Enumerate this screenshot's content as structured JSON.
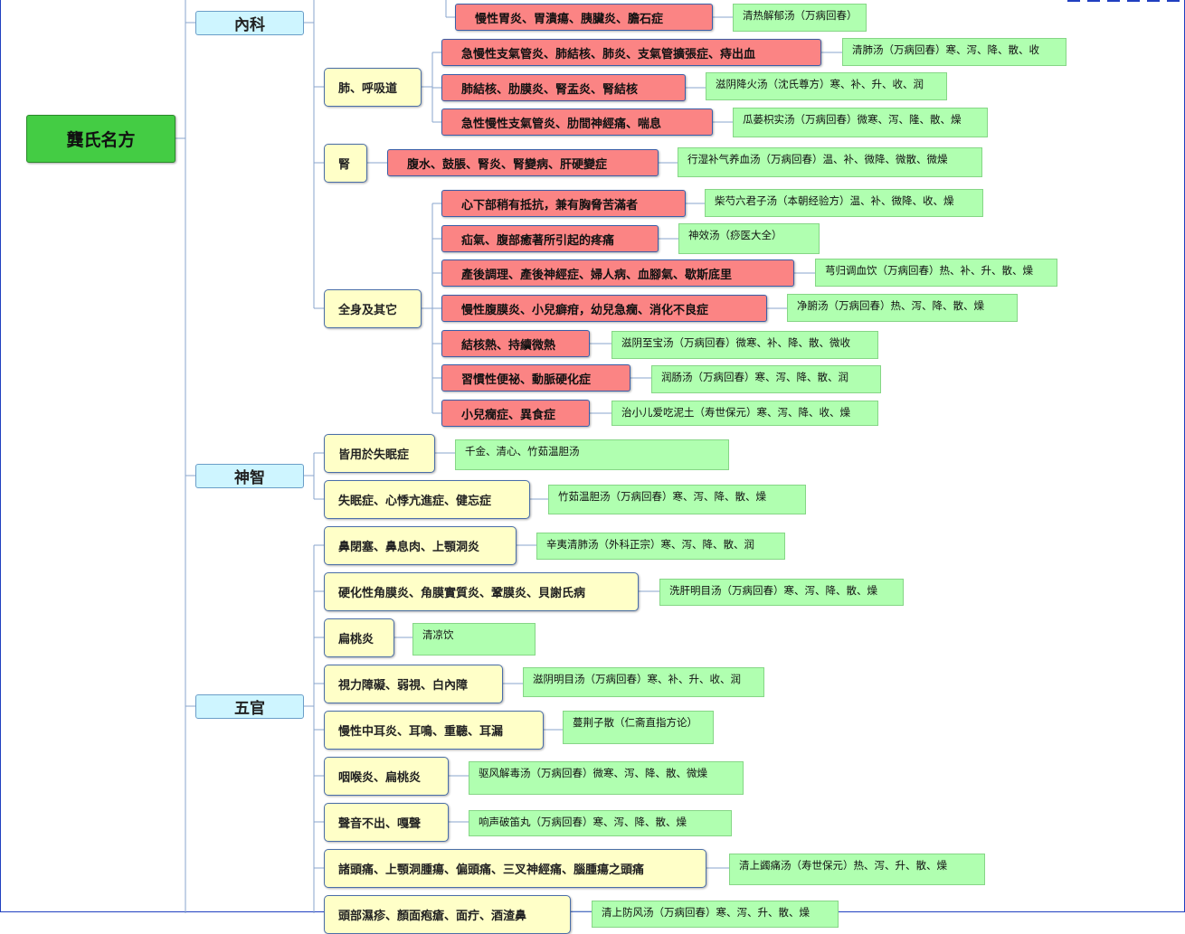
{
  "root": {
    "label": "龔氏名方"
  },
  "categories": [
    {
      "label": "內科",
      "groups": [
        {
          "label": "",
          "items": [
            {
              "disease": "慢性胃炎、胃潰瘍、胰臟炎、膽石症",
              "prescription": "清热解郁汤（万病回春）"
            }
          ]
        },
        {
          "label": "肺、呼吸道",
          "items": [
            {
              "disease": "急慢性支氣管炎、肺結核、肺炎、支氣管擴張症、痔出血",
              "prescription": "清肺汤（万病回春）寒、泻、降、散、收"
            },
            {
              "disease": "肺結核、肋膜炎、腎盂炎、腎結核",
              "prescription": "滋阴降火汤（沈氏尊方）寒、补、升、收、润"
            },
            {
              "disease": "急性慢性支氣管炎、肋間神經痛、喘息",
              "prescription": "瓜蒌枳实汤（万病回春）微寒、泻、隆、散、燥"
            }
          ]
        },
        {
          "label": "腎",
          "items": [
            {
              "disease": "腹水、鼓脹、腎炎、腎變病、肝硬變症",
              "prescription": "行湿补气养血汤（万病回春）温、补、微降、微散、微燥"
            }
          ]
        },
        {
          "label": "全身及其它",
          "items": [
            {
              "disease": "心下部稍有抵抗，兼有胸脅苦滿者",
              "prescription": "柴芍六君子汤（本朝经验方）温、补、微降、收、燥"
            },
            {
              "disease": "疝氣、腹部癒著所引起的疼痛",
              "prescription": "神效汤（痧医大全）"
            },
            {
              "disease": "產後調理、產後神經症、婦人病、血腳氣、歇斯底里",
              "prescription": "芎归调血饮（万病回春）热、补、升、散、燥"
            },
            {
              "disease": "慢性腹膜炎、小兒癖疳，幼兒急癇、消化不良症",
              "prescription": "净腑汤（万病回春）热、泻、降、散、燥"
            },
            {
              "disease": "結核熱、持續微熱",
              "prescription": "滋阴至宝汤（万病回春）微寒、补、降、散、微收"
            },
            {
              "disease": "習慣性便祕、動脈硬化症",
              "prescription": "润肠汤（万病回春）寒、泻、降、散、润"
            },
            {
              "disease": "小兒癇症、異食症",
              "prescription": "治小儿爱吃泥土（寿世保元）寒、泻、降、收、燥"
            }
          ]
        }
      ]
    },
    {
      "label": "神智",
      "groups": [
        {
          "label": "皆用於失眠症",
          "prescription": "千金、清心、竹茹温胆汤"
        },
        {
          "label": "失眠症、心悸亢進症、健忘症",
          "prescription": "竹茹温胆汤（万病回春）寒、泻、降、散、燥"
        }
      ]
    },
    {
      "label": "五官",
      "groups": [
        {
          "label": "鼻閉塞、鼻息肉、上顎洞炎",
          "prescription": "辛夷清肺汤（外科正宗）寒、泻、降、散、润"
        },
        {
          "label": "硬化性角膜炎、角膜實質炎、鞏膜炎、貝謝氏病",
          "prescription": "洗肝明目汤（万病回春）寒、泻、降、散、燥"
        },
        {
          "label": "扁桃炎",
          "prescription": "清凉饮"
        },
        {
          "label": "視力障礙、弱視、白內障",
          "prescription": "滋阴明目汤（万病回春）寒、补、升、收、润"
        },
        {
          "label": "慢性中耳炎、耳鳴、重聽、耳漏",
          "prescription": "蔓荆子散（仁斋直指方论）"
        },
        {
          "label": "咽喉炎、扁桃炎",
          "prescription": "驱风解毒汤（万病回春）微寒、泻、降、散、微燥"
        },
        {
          "label": "聲音不出、嘎聲",
          "prescription": "响声破笛丸（万病回春）寒、泻、降、散、燥"
        },
        {
          "label": "諸頭痛、上顎洞腫瘍、偏頭痛、三叉神經痛、腦腫瘍之頭痛",
          "prescription": "清上蠲痛汤（寿世保元）热、泻、升、散、燥"
        },
        {
          "label": "頭部濕疹、顏面疱瘡、面疔、酒渣鼻",
          "prescription": "清上防风汤（万病回春）寒、泻、升、散、燥"
        }
      ]
    }
  ]
}
